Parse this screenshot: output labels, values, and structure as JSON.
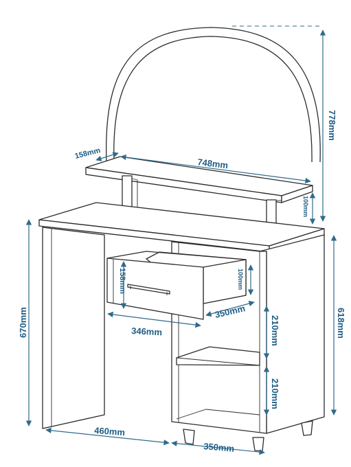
{
  "dimensions": {
    "mirror_height": "778mm",
    "shelf_depth": "158mm",
    "shelf_width": "748mm",
    "shelf_riser_height": "100mm",
    "desk_height": "670mm",
    "cabinet_height": "618mm",
    "drawer_height": "158mm",
    "drawer_inner_height": "100mm",
    "drawer_width": "346mm",
    "drawer_depth": "350mm",
    "compartment_upper": "210mm",
    "compartment_lower": "210mm",
    "desk_depth": "460mm",
    "cabinet_width": "350mm"
  },
  "colors": {
    "outline": "#2b2b2b",
    "dimension": "#2f6a8c",
    "label": "#1f5d86"
  }
}
